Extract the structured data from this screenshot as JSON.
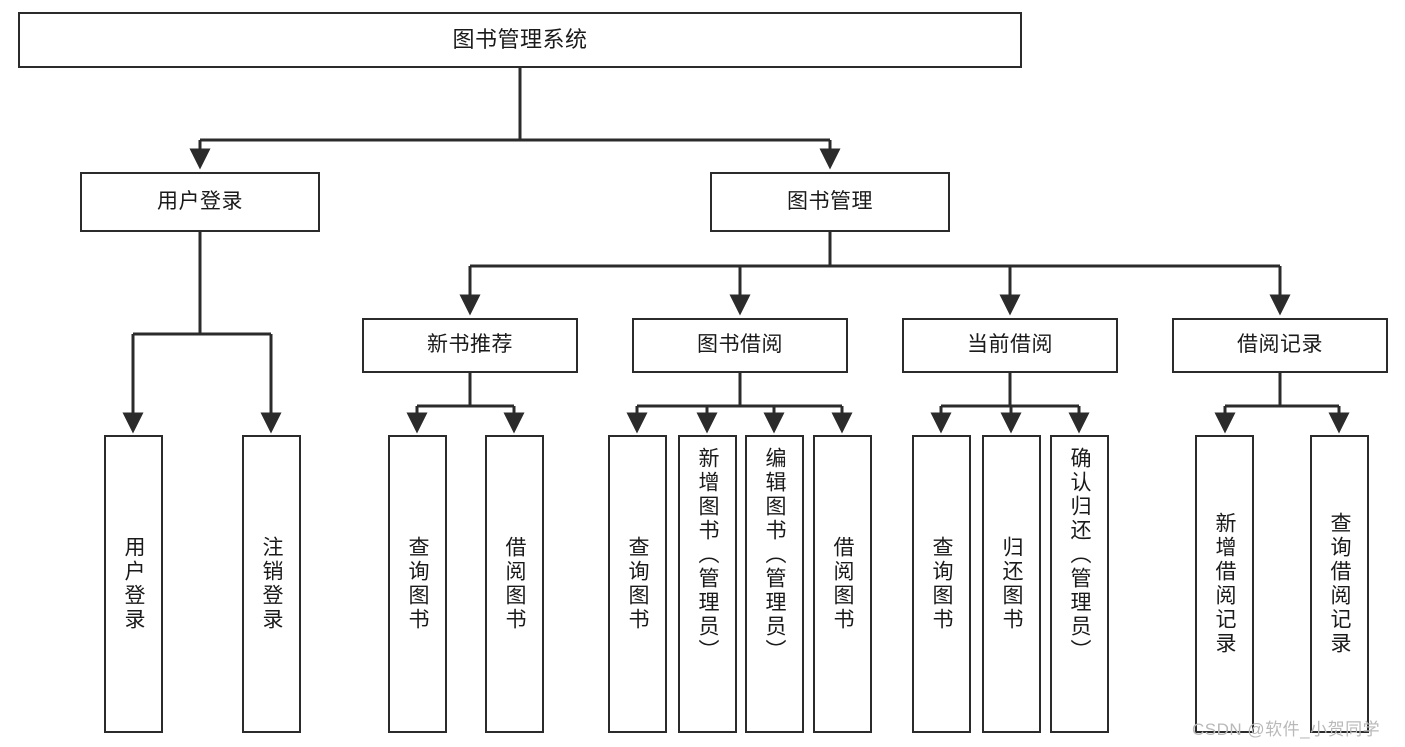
{
  "diagram": {
    "title": "图书管理系统",
    "type": "tree",
    "root": {
      "id": "root",
      "label": "图书管理系统"
    },
    "level2": [
      {
        "id": "user-login",
        "label": "用户登录"
      },
      {
        "id": "book-management",
        "label": "图书管理"
      }
    ],
    "level3": [
      {
        "id": "new-book-recommend",
        "label": "新书推荐"
      },
      {
        "id": "book-borrow",
        "label": "图书借阅"
      },
      {
        "id": "current-borrow",
        "label": "当前借阅"
      },
      {
        "id": "borrow-record",
        "label": "借阅记录"
      }
    ],
    "leaves": {
      "user_login": [
        {
          "id": "leaf-user-login",
          "label": "用户登录"
        },
        {
          "id": "leaf-user-logout",
          "label": "注销登录"
        }
      ],
      "new_book_recommend": [
        {
          "id": "leaf-query-book-1",
          "label": "查询图书"
        },
        {
          "id": "leaf-borrow-book-1",
          "label": "借阅图书"
        }
      ],
      "book_borrow": [
        {
          "id": "leaf-query-book-2",
          "label": "查询图书"
        },
        {
          "id": "leaf-add-book",
          "label": "新增图书（管理员）"
        },
        {
          "id": "leaf-edit-book",
          "label": "编辑图书（管理员）"
        },
        {
          "id": "leaf-borrow-book-2",
          "label": "借阅图书"
        }
      ],
      "current_borrow": [
        {
          "id": "leaf-query-book-3",
          "label": "查询图书"
        },
        {
          "id": "leaf-return-book",
          "label": "归还图书"
        },
        {
          "id": "leaf-confirm-return",
          "label": "确认归还（管理员）"
        }
      ],
      "borrow_record": [
        {
          "id": "leaf-add-record",
          "label": "新增借阅记录"
        },
        {
          "id": "leaf-query-record",
          "label": "查询借阅记录"
        }
      ]
    },
    "colors": {
      "stroke": "#2b2b2b",
      "fill": "#ffffff",
      "text": "#1a1a1a",
      "watermark": "#b9b9b9"
    }
  },
  "watermark": {
    "text": "CSDN @软件_小贺同学"
  }
}
